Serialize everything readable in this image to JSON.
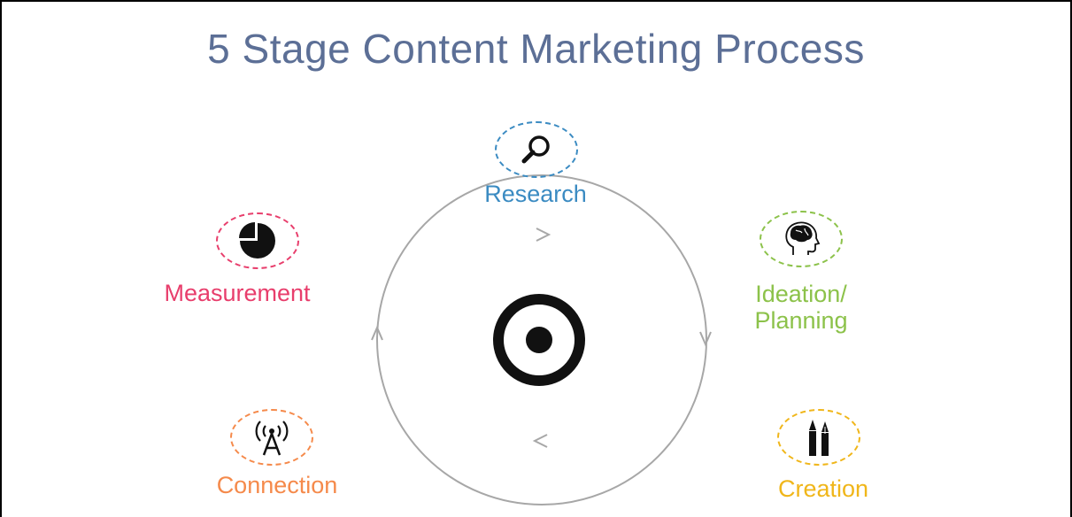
{
  "title": "5 Stage Content Marketing Process",
  "stages": [
    {
      "label": "Research",
      "color": "#3b8bc2",
      "icon": "magnifier-icon"
    },
    {
      "label": "Ideation/\nPlanning",
      "color": "#8cc24a",
      "icon": "head-brain-icon"
    },
    {
      "label": "Creation",
      "color": "#f0b61a",
      "icon": "pen-pencil-icon"
    },
    {
      "label": "Connection",
      "color": "#f58a4b",
      "icon": "antenna-tower-icon"
    },
    {
      "label": "Measurement",
      "color": "#e83e6c",
      "icon": "pie-chart-icon"
    }
  ],
  "center_icon": "target-icon",
  "cycle_color": "#a7a7a7"
}
